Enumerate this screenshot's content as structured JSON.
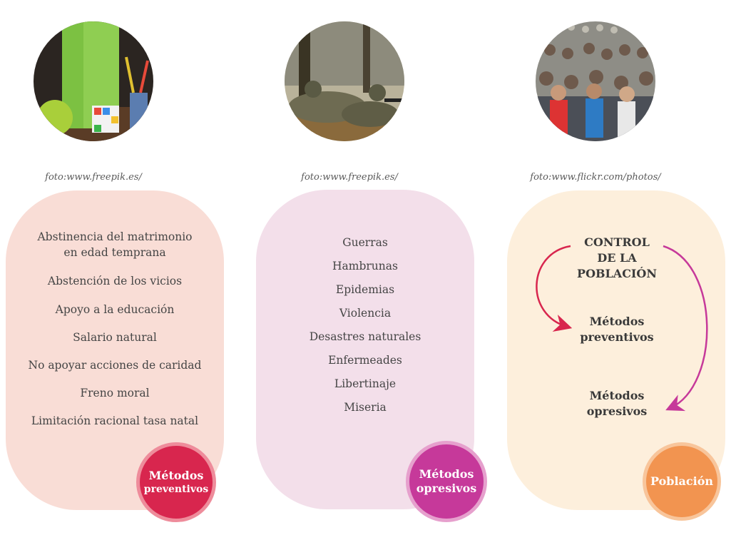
{
  "photos": [
    {
      "credit": "foto:www.freepik.es/",
      "icon": "school-supplies-photo"
    },
    {
      "credit": "foto:www.freepik.es/",
      "icon": "soldiers-photo"
    },
    {
      "credit": "foto:www.flickr.com/photos/",
      "icon": "crowd-photo"
    }
  ],
  "preventive": {
    "items": [
      "Abstinencia del matrimonio\nen edad temprana",
      "Abstención de los vicios",
      "Apoyo a la educación",
      "Salario natural",
      "No apoyar acciones de caridad",
      "Freno moral",
      "Limitación racional tasa natal"
    ],
    "badge_line1": "Métodos",
    "badge_line2": "preventivos",
    "card_color": "#f9ddd6",
    "badge_color": "#d8264e"
  },
  "oppressive": {
    "items": [
      "Guerras",
      "Hambrunas",
      "Epidemias",
      "Violencia",
      "Desastres naturales",
      "Enfermeades",
      "Libertinaje",
      "Miseria"
    ],
    "badge_line1": "Métodos",
    "badge_line2": "opresivos",
    "card_color": "#f3dfea",
    "badge_color": "#c6399a"
  },
  "population": {
    "control": "CONTROL\nDE LA\nPOBLACIÓN",
    "preventive": "Métodos\npreventivos",
    "oppressive": "Métodos\nopresivos",
    "badge": "Población",
    "card_color": "#fdefdc",
    "badge_color": "#f29450",
    "arrow_red": "#d8264e",
    "arrow_purple": "#c6399a"
  }
}
